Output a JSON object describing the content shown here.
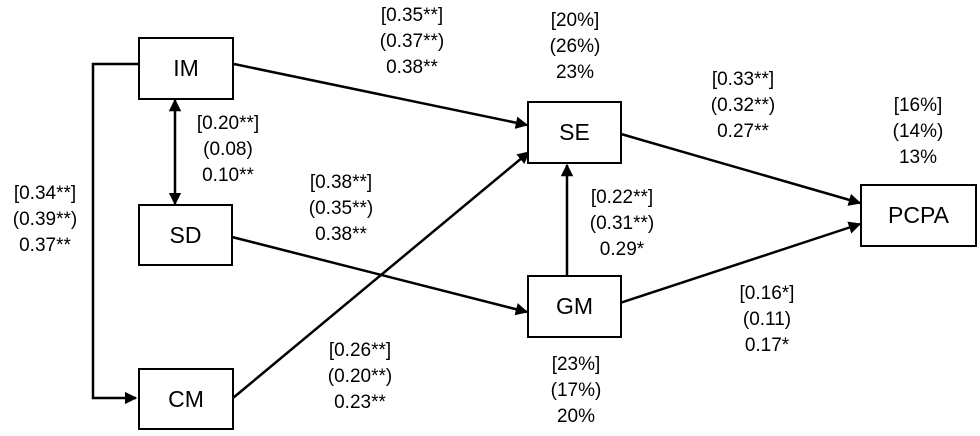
{
  "nodes": {
    "im": "IM",
    "sd": "SD",
    "cm": "CM",
    "se": "SE",
    "gm": "GM",
    "pcpa": "PCPA"
  },
  "paths": {
    "im_se": [
      "[0.35**]",
      "(0.37**)",
      "0.38**"
    ],
    "im_sd": [
      "[0.20**]",
      "(0.08)",
      "0.10**"
    ],
    "im_cm": [
      "[0.34**]",
      "(0.39**)",
      "0.37**"
    ],
    "sd_gm": [
      "[0.38**]",
      "(0.35**)",
      "0.38**"
    ],
    "cm_se": [
      "[0.26**]",
      "(0.20**)",
      "0.23**"
    ],
    "se_pcpa": [
      "[0.33**]",
      "(0.32**)",
      "0.27**"
    ],
    "gm_se": [
      "[0.22**]",
      "(0.31**)",
      "0.29*"
    ],
    "gm_pcpa": [
      "[0.16*]",
      "(0.11)",
      "0.17*"
    ]
  },
  "variance": {
    "se": [
      "[20%]",
      "(26%)",
      "23%"
    ],
    "gm": [
      "[23%]",
      "(17%)",
      "20%"
    ],
    "pcpa": [
      "[16%]",
      "(14%)",
      "13%"
    ]
  },
  "colors": {
    "stroke": "#000000",
    "background": "#ffffff"
  }
}
